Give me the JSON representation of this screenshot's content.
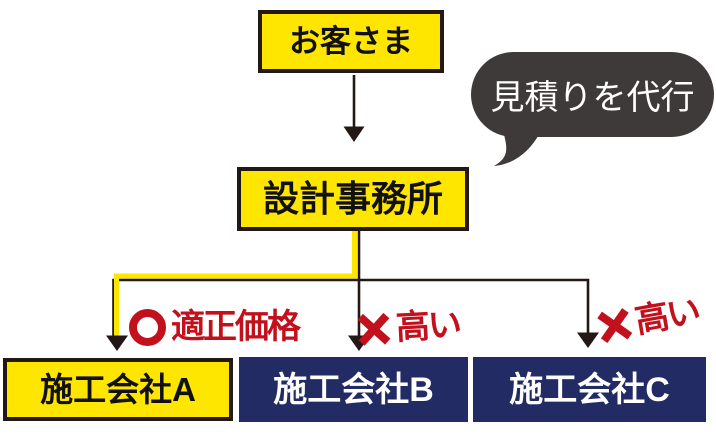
{
  "palette": {
    "yellow": "#ffe600",
    "navy": "#222b64",
    "red": "#c2101c",
    "charcoal": "#3e3a39",
    "line_black": "#231815",
    "box_text_dark": "#111111",
    "box_text_light": "#ffffff",
    "bg": "#ffffff"
  },
  "nodes": {
    "customer": {
      "label": "お客さま"
    },
    "design_office": {
      "label": "設計事務所"
    },
    "contractor_a": {
      "label": "施工会社A"
    },
    "contractor_b": {
      "label": "施工会社B"
    },
    "contractor_c": {
      "label": "施工会社C"
    }
  },
  "speech_bubble": {
    "text": "見積りを代行"
  },
  "annotations": {
    "contractor_a": {
      "symbol": "circle",
      "symbol_char": "○",
      "label": "適正価格"
    },
    "contractor_b": {
      "symbol": "cross",
      "symbol_char": "✕",
      "label": "高い"
    },
    "contractor_c": {
      "symbol": "cross",
      "symbol_char": "✕",
      "label": "高い"
    }
  }
}
